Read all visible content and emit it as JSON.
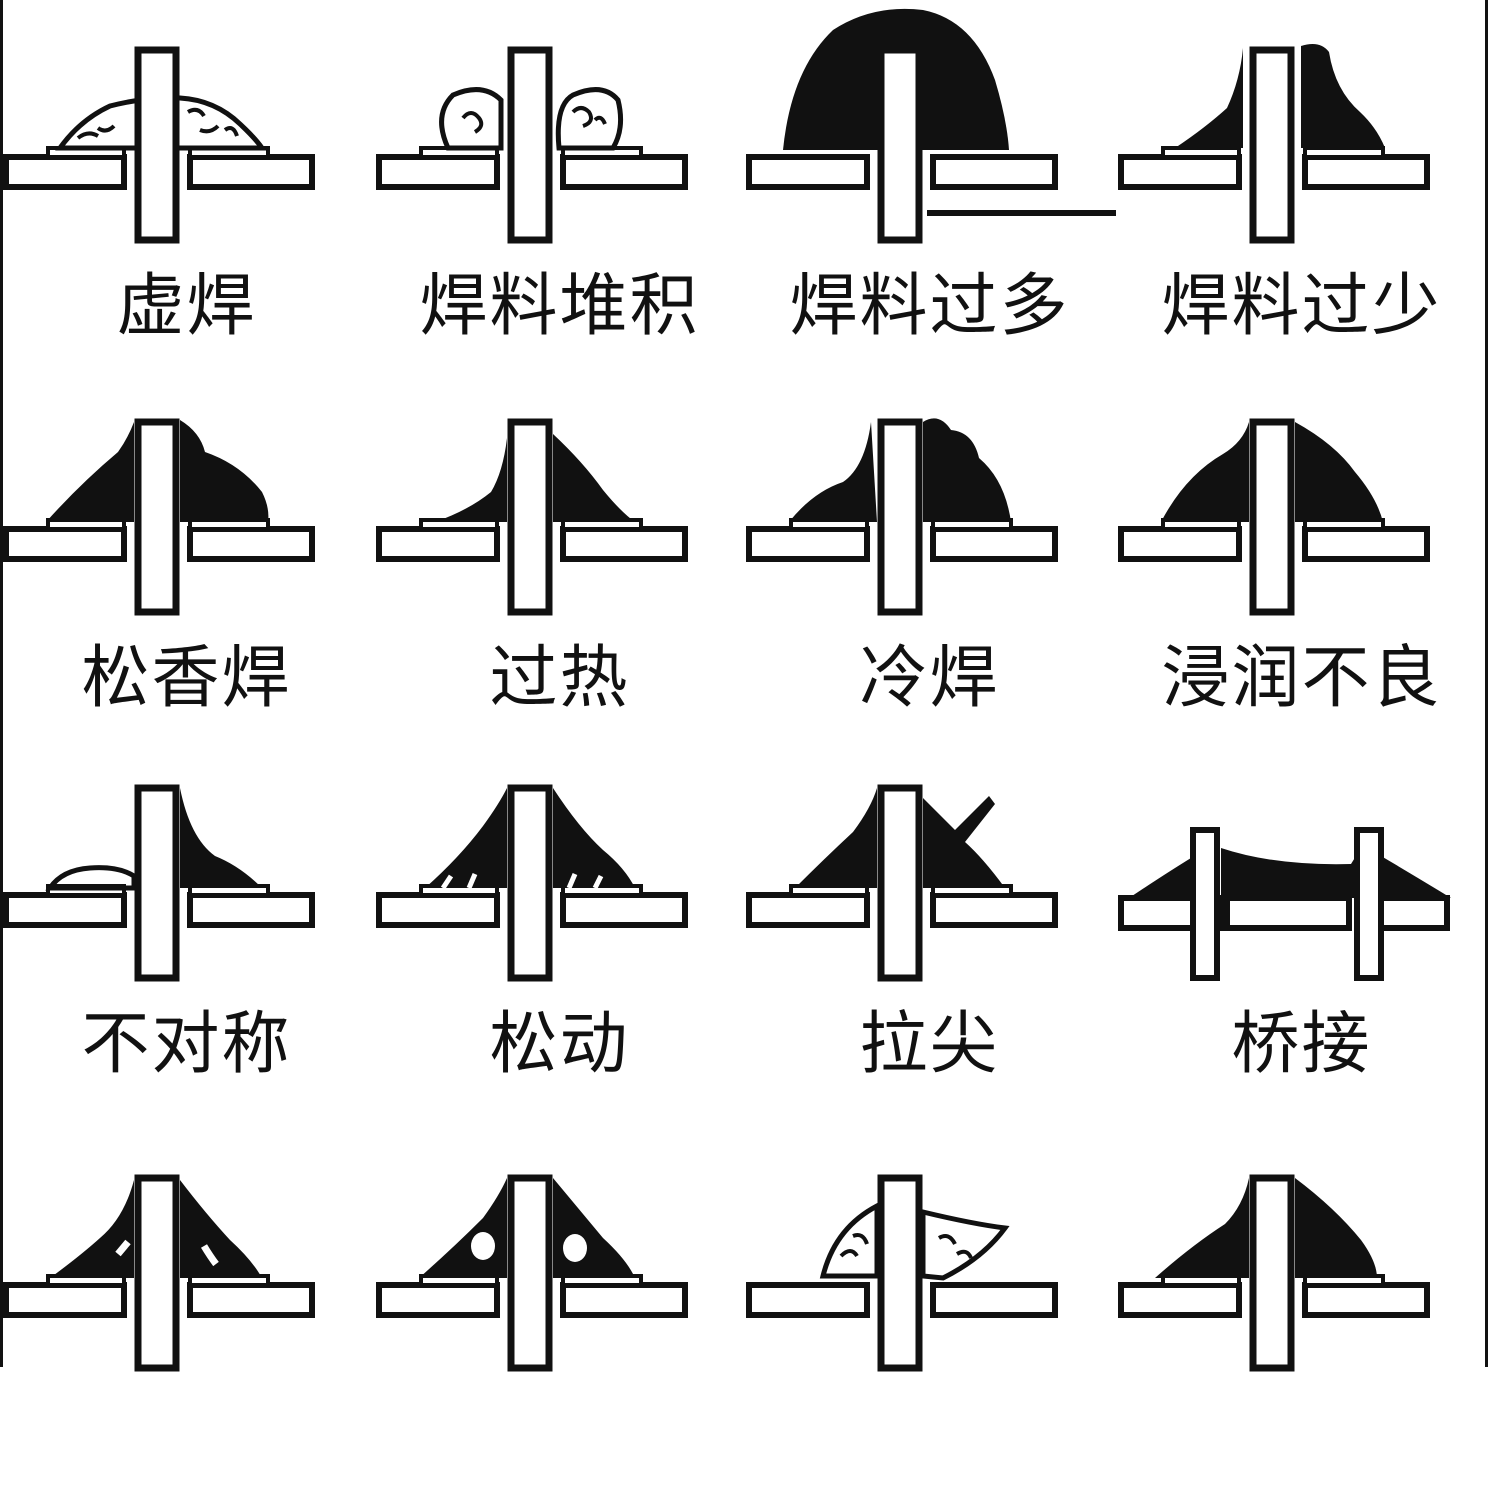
{
  "defects": [
    {
      "label": "虚焊",
      "shape": "virtual-solder-icon"
    },
    {
      "label": "焊料堆积",
      "shape": "solder-accumulation-icon"
    },
    {
      "label": "焊料过多",
      "shape": "excess-solder-icon"
    },
    {
      "label": "焊料过少",
      "shape": "insufficient-solder-icon"
    },
    {
      "label": "松香焊",
      "shape": "rosin-joint-icon"
    },
    {
      "label": "过热",
      "shape": "overheated-joint-icon"
    },
    {
      "label": "冷焊",
      "shape": "cold-solder-icon"
    },
    {
      "label": "浸润不良",
      "shape": "poor-wetting-icon"
    },
    {
      "label": "不对称",
      "shape": "asymmetric-joint-icon"
    },
    {
      "label": "松动",
      "shape": "loose-joint-icon"
    },
    {
      "label": "拉尖",
      "shape": "solder-spike-icon"
    },
    {
      "label": "桥接",
      "shape": "solder-bridge-icon"
    },
    {
      "label": "",
      "shape": "pinhole-icon"
    },
    {
      "label": "",
      "shape": "porosity-icon"
    },
    {
      "label": "",
      "shape": "cracked-joint-icon"
    },
    {
      "label": "",
      "shape": "lifted-pad-icon"
    }
  ],
  "colors": {
    "ink": "#111111",
    "paper": "#ffffff"
  }
}
